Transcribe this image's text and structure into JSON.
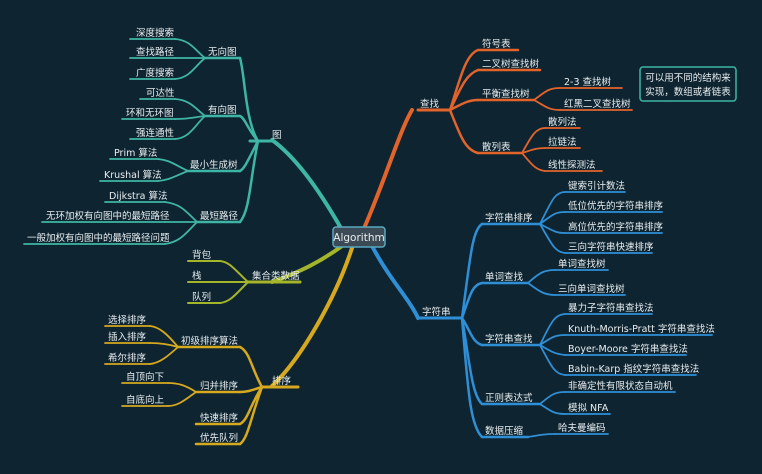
{
  "root": "Algorithm",
  "colors": {
    "background": "#0e2430",
    "graph": "#3fb6a5",
    "collections": "#a4b52a",
    "sorting": "#d6a91e",
    "search": "#e2642b",
    "strings": "#2f8fd6",
    "note_border": "#3fb6a5"
  },
  "graph": {
    "label": "图",
    "groups": [
      {
        "label": "无向图",
        "items": [
          "深度搜索",
          "查找路径",
          "广度搜索"
        ]
      },
      {
        "label": "有向图",
        "items": [
          "可达性",
          "环和无环图",
          "强连通性"
        ]
      },
      {
        "label": "最小生成树",
        "items": [
          "Prim 算法",
          "Krushal 算法"
        ]
      },
      {
        "label": "最短路径",
        "items": [
          "Dijkstra 算法",
          "无环加权有向图中的最短路径",
          "一般加权有向图中的最短路径问题"
        ]
      }
    ]
  },
  "collections": {
    "label": "集合类数据",
    "items": [
      "背包",
      "栈",
      "队列"
    ]
  },
  "sorting": {
    "label": "排序",
    "groups": [
      {
        "label": "初级排序算法",
        "items": [
          "选择排序",
          "插入排序",
          "希尔排序"
        ]
      },
      {
        "label": "归并排序",
        "items": [
          "自顶向下",
          "自底向上"
        ]
      },
      {
        "label": "快速排序",
        "items": []
      },
      {
        "label": "优先队列",
        "items": []
      }
    ]
  },
  "search": {
    "label": "查找",
    "groups": [
      {
        "label": "符号表",
        "items": []
      },
      {
        "label": "二叉树查找树",
        "items": []
      },
      {
        "label": "平衡查找树",
        "items": [
          "2-3 查找树",
          "红黑二叉查找树"
        ]
      },
      {
        "label": "散列表",
        "items": [
          "散列法",
          "拉链法",
          "线性探测法"
        ]
      }
    ],
    "note": [
      "可以用不同的结构来",
      "实现，数组或者链表"
    ]
  },
  "strings": {
    "label": "字符串",
    "groups": [
      {
        "label": "字符串排序",
        "items": [
          "键索引计数法",
          "低位优先的字符串排序",
          "高位优先的字符串排序",
          "三向字符串快速排序"
        ]
      },
      {
        "label": "单词查找",
        "items": [
          "单词查找树",
          "三向单词查找树"
        ]
      },
      {
        "label": "字符串查找",
        "items": [
          "暴力子字符串查找法",
          "Knuth-Morris-Pratt 字符串查找法",
          "Boyer-Moore 字符串查找法",
          "Babin-Karp 指纹字符串查找法"
        ]
      },
      {
        "label": "正则表达式",
        "items": [
          "非确定性有限状态自动机",
          "模拟 NFA"
        ]
      },
      {
        "label": "数据压缩",
        "items": [
          "哈夫曼编码"
        ]
      }
    ]
  }
}
